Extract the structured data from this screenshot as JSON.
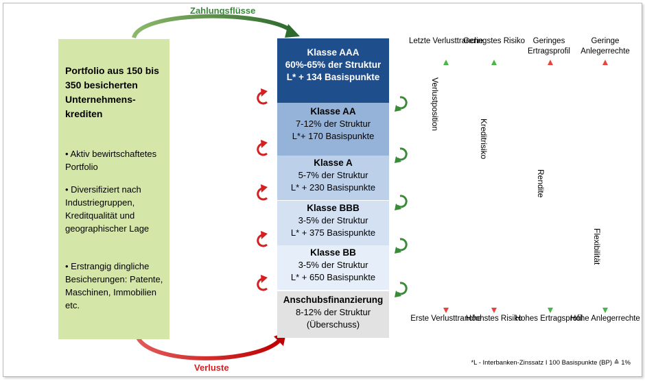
{
  "header": {
    "top_label": "Zahlungsflüsse",
    "bottom_label": "Verluste"
  },
  "portfolio": {
    "title": "Portfolio aus 150 bis 350 besicherten Unternehmens-krediten",
    "bullets": [
      "• Aktiv bewirtschaftetes Portfolio",
      "• Diversifiziert nach Industriegruppen, Kreditqualität  und geographischer Lage",
      "• Erstrangig dingliche Besicherungen: Patente, Maschinen, Immobilien etc."
    ]
  },
  "classes": [
    {
      "name": "Klasse AAA",
      "share": "60%-65% der Struktur",
      "spread": "L* + 134 Basispunkte",
      "bg": "#1f4e8c",
      "fg": "#ffffff"
    },
    {
      "name": "Klasse AA",
      "share": "7-12% der Struktur",
      "spread": "L*+ 170 Basispunkte",
      "bg": "#95b3d9",
      "fg": "#000000"
    },
    {
      "name": "Klasse A",
      "share": "5-7% der Struktur",
      "spread": "L* + 230 Basispunkte",
      "bg": "#bcd0ea",
      "fg": "#000000"
    },
    {
      "name": "Klasse BBB",
      "share": "3-5% der Struktur",
      "spread": "L* + 375 Basispunkte",
      "bg": "#d3e1f3",
      "fg": "#000000"
    },
    {
      "name": "Klasse BB",
      "share": "3-5% der Struktur",
      "spread": "L* + 650 Basispunkte",
      "bg": "#e6eef9",
      "fg": "#000000"
    },
    {
      "name": "Anschubsfinanzierung",
      "share": "8-12% der Struktur",
      "spread": "(Überschuss)",
      "bg": "#e2e2e2",
      "fg": "#000000"
    }
  ],
  "scales": [
    {
      "top": "Letzte Verlusttranche",
      "bottom": "Erste Verlusttranche",
      "axis": "Verlustposition",
      "top_color": "#49b649",
      "bottom_color": "#e8453c"
    },
    {
      "top": "Geringstes Risiko",
      "bottom": "Höchstes Risiko",
      "axis": "Kreditrisiko",
      "top_color": "#49b649",
      "bottom_color": "#e8453c"
    },
    {
      "top": "Geringes Ertragsprofil",
      "bottom": "Hohes Ertragsprofil",
      "axis": "Rendite",
      "top_color": "#e8453c",
      "bottom_color": "#49b649"
    },
    {
      "top": "Geringe Anlegerrechte",
      "bottom": "Hohe Anlegerrechte",
      "axis": "Flexibilität",
      "top_color": "#e8453c",
      "bottom_color": "#49b649"
    }
  ],
  "footnote": "*L - Interbanken-Zinssatz  I 100 Basispunkte (BP)  ≙ 1%",
  "colors": {
    "portfolio_bg": "#d5e6a9",
    "flow_green": "#3a8a3a",
    "loss_red": "#d42020"
  }
}
